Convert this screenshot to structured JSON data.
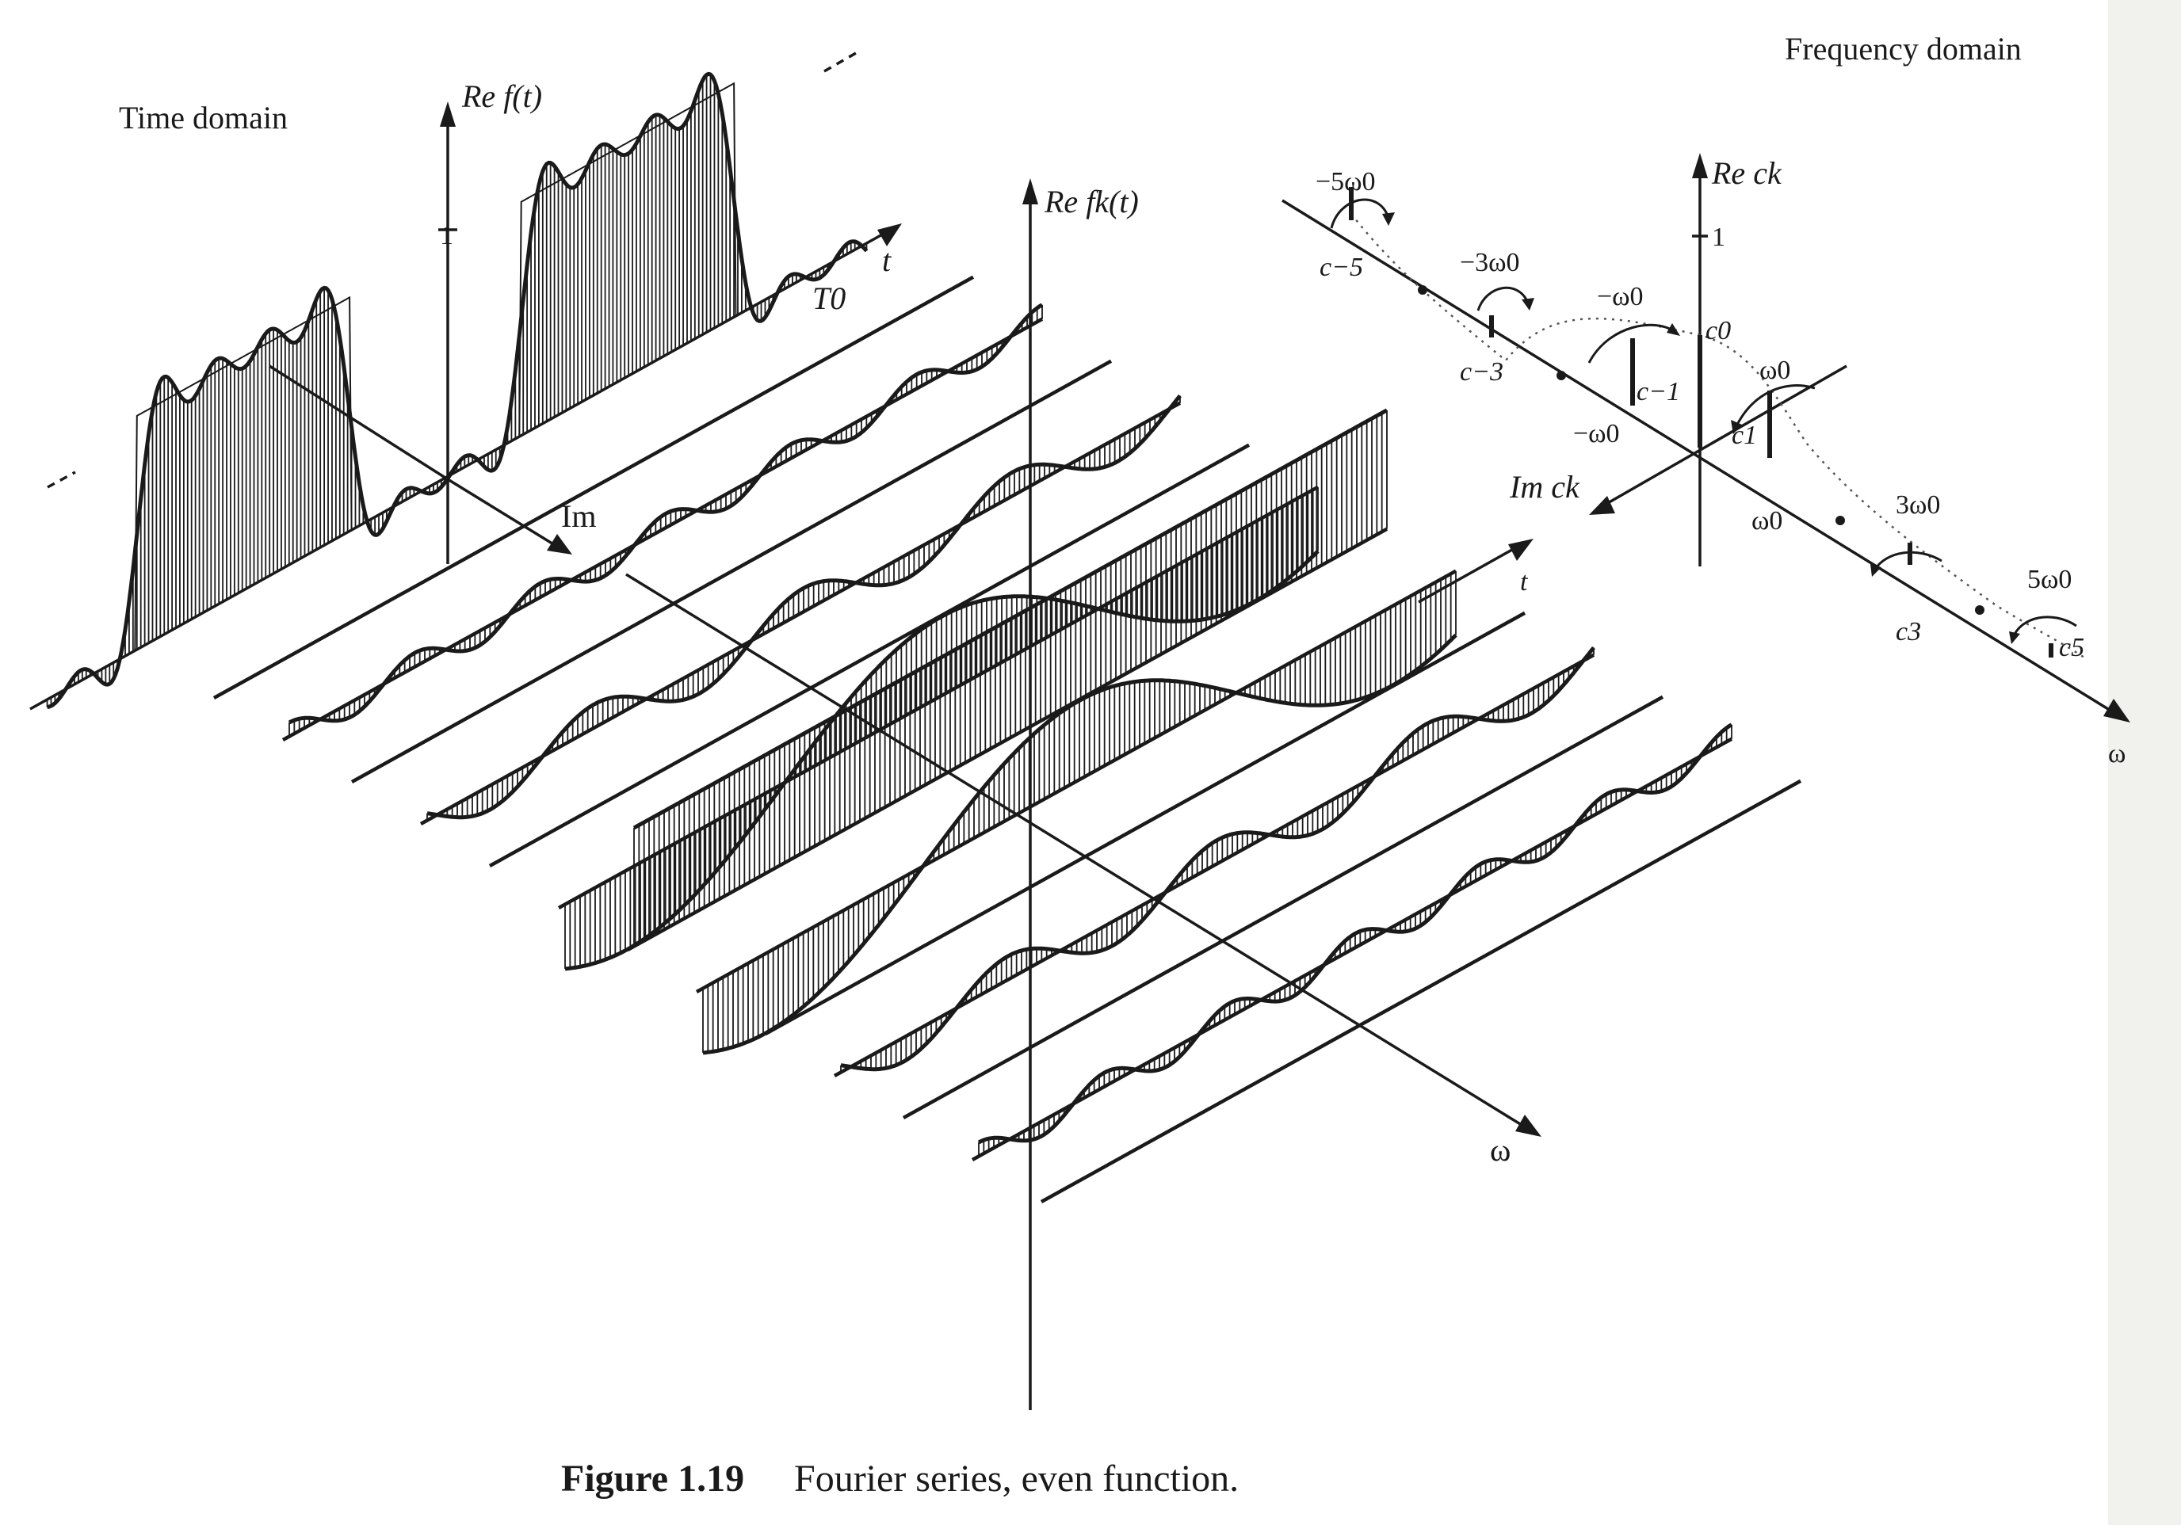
{
  "labels": {
    "time_domain": "Time domain",
    "frequency_domain": "Frequency domain",
    "re_f_t": "Re f(t)",
    "re_fk_t": "Re fk(t)",
    "re_ck": "Re ck",
    "im_ck": "Im ck",
    "im": "Im",
    "t": "t",
    "t_middle": "t",
    "omega": "ω",
    "omega_freq": "ω",
    "one_time": "1",
    "one_freq": "1",
    "T0": "T0"
  },
  "frequency_labels": {
    "minus_5w0": "−5ω0",
    "minus_3w0": "−3ω0",
    "minus_w0_top": "−ω0",
    "minus_w0_axis": "−ω0",
    "w0_top": "ω0",
    "w0_axis": "ω0",
    "plus_3w0": "3ω0",
    "plus_5w0": "5ω0"
  },
  "coefficients": {
    "c_minus5": "c−5",
    "c_minus3": "c−3",
    "c_minus1": "c−1",
    "c0": "c0",
    "c1": "c1",
    "c3": "c3",
    "c5": "c5"
  },
  "caption": {
    "number": "Figure 1.19",
    "text": "Fourier series, even function."
  }
}
